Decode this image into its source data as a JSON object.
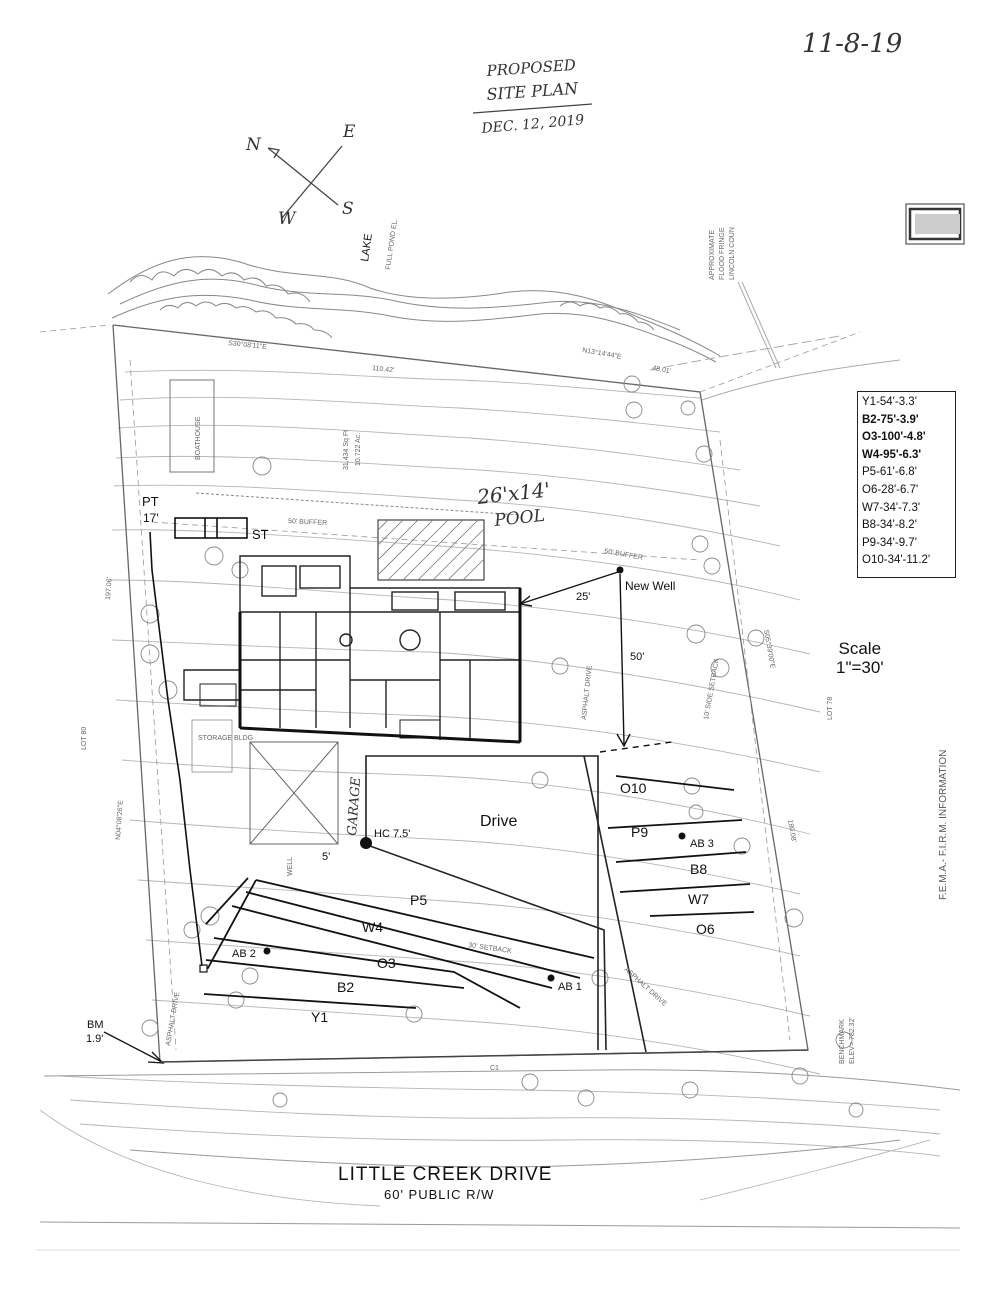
{
  "header": {
    "date_stamp": "11-8-19",
    "title_line1": "PROPOSED",
    "title_line2": "SITE PLAN",
    "title_date": "DEC. 12, 2019"
  },
  "compass": {
    "n": "N",
    "e": "E",
    "s": "S",
    "w": "W"
  },
  "lake": {
    "label": "LAKE",
    "sublabel": "FULL POND EL."
  },
  "flood_note": {
    "line1": "APPROXIMATE",
    "line2": "FLOOD FRINGE",
    "line3": "LINCOLN COUN"
  },
  "fema_note": "F.E.M.A.- F.I.R.M. INFORMATION",
  "legend": {
    "items": [
      {
        "text": "Y1-54'-3.3'",
        "bold": false
      },
      {
        "text": "B2-75'-3.9'",
        "bold": true
      },
      {
        "text": "O3-100'-4.8'",
        "bold": true
      },
      {
        "text": "W4-95'-6.3'",
        "bold": true
      },
      {
        "text": "P5-61'-6.8'",
        "bold": false
      },
      {
        "text": "O6-28'-6.7'",
        "bold": false
      },
      {
        "text": "W7-34'-7.3'",
        "bold": false
      },
      {
        "text": "B8-34'-8.2'",
        "bold": false
      },
      {
        "text": "P9-34'-9.7'",
        "bold": false
      },
      {
        "text": "O10-34'-11.2'",
        "bold": false
      }
    ]
  },
  "scale": {
    "line1": "Scale",
    "line2": "1\"=30'"
  },
  "site": {
    "pt_label": "PT",
    "pt_value": "17'",
    "st_label": "ST",
    "pool_label": "26'x14'",
    "pool_word": "POOL",
    "buffer_label": "50' BUFFER",
    "buffer_label2": "50' BUFFER",
    "area_label1": "31,434 Sq Ft",
    "area_label2": "10.722 Ac.",
    "bearing_top": "S30°08'11\"E",
    "dist_top": "110.42'",
    "bearing_top2": "N13°14'44\"E",
    "dist_right": "48.01'",
    "well_label": "New Well",
    "dist_25": "25'",
    "dist_50": "50'",
    "garage_label": "GARAGE",
    "drive_label": "Drive",
    "hc_label": "HC 7.5'",
    "five_label": "5'",
    "setback_label": "30' SETBACK",
    "lot_left": "LOT 80",
    "lot_right": "LOT 78",
    "left_bearing": "N04°08'26\"E",
    "left_dist": "197.06'",
    "right_bearing": "S05°39'00\"E",
    "right_dist": "180.08'",
    "bm_label": "BM",
    "bm_value": "1.9'",
    "c1_label": "C1",
    "benchmark_label": "BENCHMARK",
    "benchmark_elev": "ELEV= 782.32'",
    "asphalt_left": "ASPHALT DRIVE",
    "asphalt_right": "ASPHALT DRIVE",
    "asphalt_mid": "ASPHALT DRIVE",
    "side_setback": "10' SIDE SETBACK",
    "storage_label": "STORAGE BLDG",
    "well_house": "WELL",
    "boathouse": "BOATHOUSE"
  },
  "trenches": {
    "y1": "Y1",
    "b2": "B2",
    "o3": "O3",
    "w4": "W4",
    "p5": "P5",
    "o6": "O6",
    "w7": "W7",
    "b8": "B8",
    "p9": "P9",
    "o10": "O10"
  },
  "borings": {
    "ab1": "AB 1",
    "ab2": "AB 2",
    "ab3": "AB 3"
  },
  "road": {
    "name": "LITTLE CREEK DRIVE",
    "sub": "60' PUBLIC R/W"
  }
}
